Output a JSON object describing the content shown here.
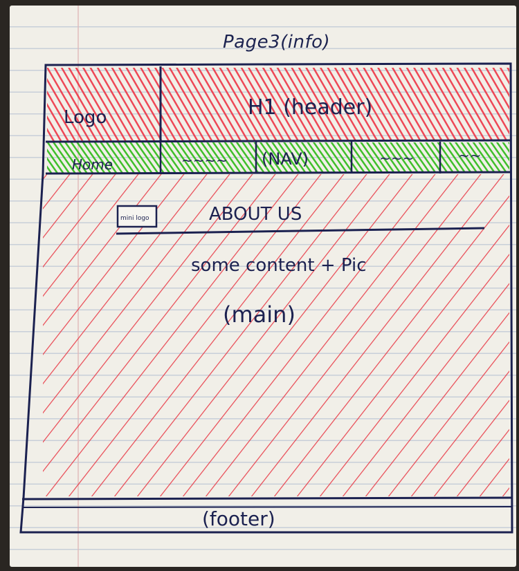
{
  "page_title": "Page3(info)",
  "header": {
    "logo": "Logo",
    "h1": "H1 (header)"
  },
  "nav": {
    "items": [
      "Home",
      "~~~~",
      "(NAV)",
      "~~~",
      "~~"
    ]
  },
  "main": {
    "mini_logo": "mini logo",
    "about": "ABOUT  US",
    "content": "some  content + Pic",
    "label": "(main)"
  },
  "footer": {
    "label": "(footer)"
  },
  "colors": {
    "ink": "#1b2150",
    "header_fill": "#ee2a3c",
    "nav_fill": "#3fbf2a",
    "main_hatch": "#e8323f"
  }
}
